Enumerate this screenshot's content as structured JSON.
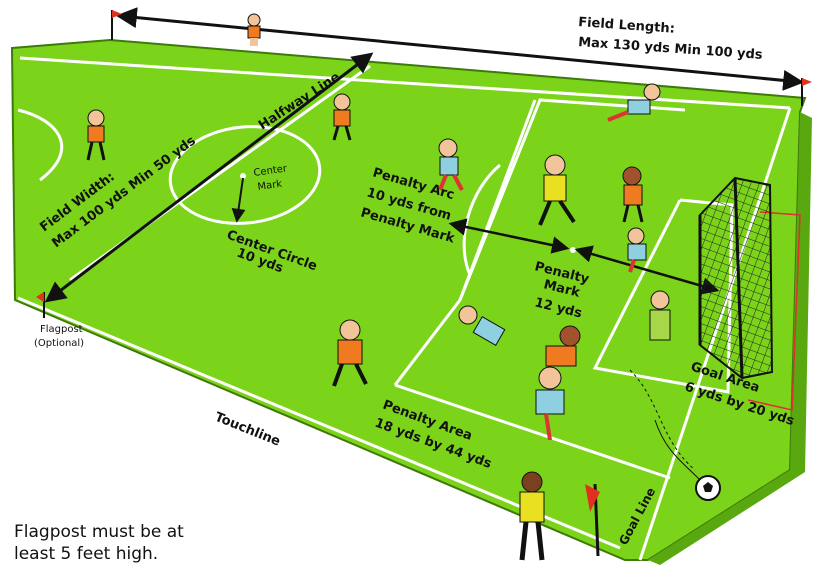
{
  "labels": {
    "field_length_title": "Field Length:",
    "field_length_value": "Max 130 yds Min 100 yds",
    "halfway_line": "Halfway Line",
    "field_width_title": "Field Width:",
    "field_width_value": "Max 100 yds Min 50 yds",
    "center_mark_1": "Center",
    "center_mark_2": "Mark",
    "center_circle_1": "Center Circle",
    "center_circle_2": "10 yds",
    "penalty_arc_1": "Penalty Arc",
    "penalty_arc_2": "10 yds from",
    "penalty_arc_3": "Penalty Mark",
    "penalty_mark_1": "Penalty",
    "penalty_mark_2": "Mark",
    "penalty_mark_3": "12 yds",
    "flagpost_1": "Flagpost",
    "flagpost_2": "(Optional)",
    "touchline": "Touchline",
    "penalty_area_1": "Penalty Area",
    "penalty_area_2": "18 yds by 44 yds",
    "goal_area_1": "Goal Area",
    "goal_area_2": "6 yds by 20 yds",
    "goal_line": "Goal Line"
  },
  "note": {
    "line1": "Flagpost must be at",
    "line2": "least 5 feet high."
  },
  "colors": {
    "grass": "#7cd41a",
    "grass_dark": "#5aa810",
    "line": "#ffffff",
    "flag": "#e0301e",
    "arrow": "#111111",
    "goal_marker": "#e03030",
    "orange_kit": "#f07a20",
    "blue_kit": "#8ed0e0",
    "ref_kit": "#e8e020"
  }
}
